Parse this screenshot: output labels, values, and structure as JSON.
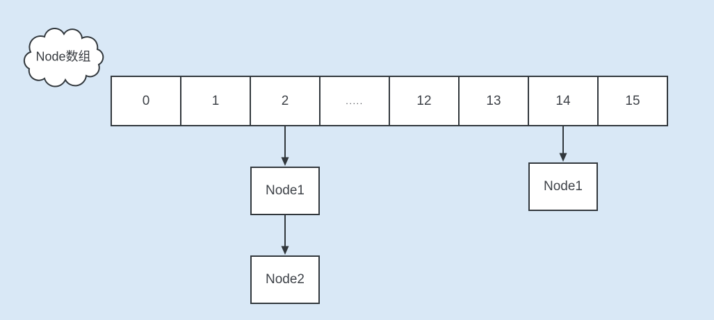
{
  "colors": {
    "background": "#d9e8f6",
    "stroke": "#31373c",
    "shape_fill": "#ffffff",
    "text": "#363a3f"
  },
  "cloud": {
    "label": "Node数组"
  },
  "array": {
    "cells": [
      "0",
      "1",
      "2",
      ".....",
      "12",
      "13",
      "14",
      "15"
    ]
  },
  "nodes": [
    {
      "label": "Node1"
    },
    {
      "label": "Node2"
    },
    {
      "label": "Node1"
    }
  ]
}
